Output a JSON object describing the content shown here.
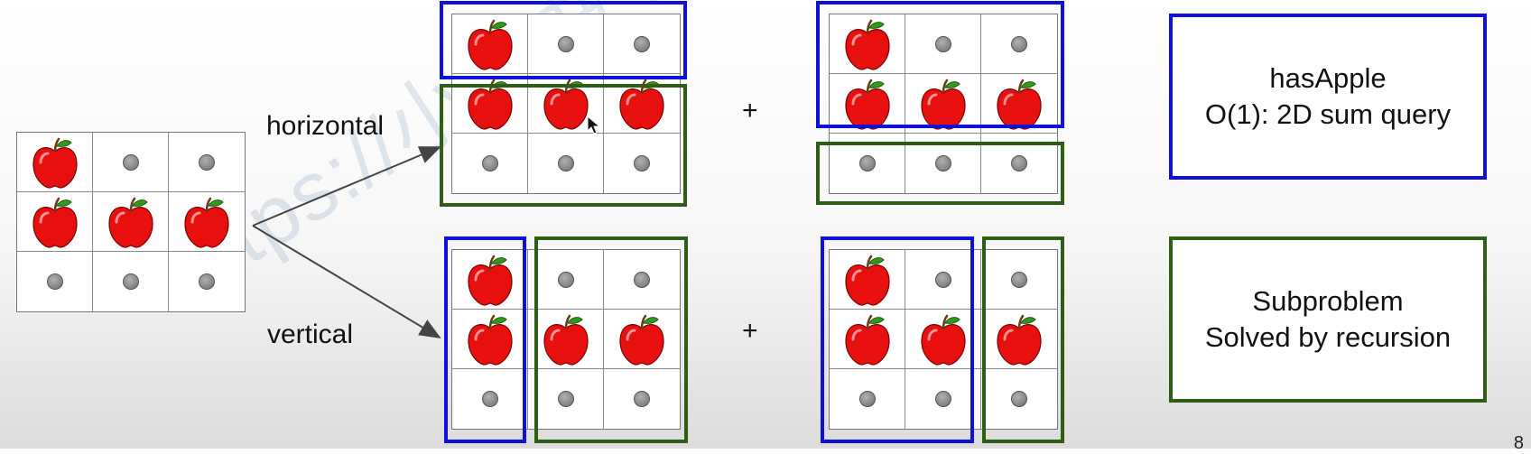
{
  "labels": {
    "horizontal": "horizontal",
    "vertical": "vertical",
    "plus": "+"
  },
  "legend": {
    "blue_line1": "hasApple",
    "blue_line2": "O(1): 2D sum query",
    "green_line1": "Subproblem",
    "green_line2": "Solved by recursion"
  },
  "page_number": "8",
  "watermark": "https://小红书 www.mytechroad.com",
  "colors": {
    "blue_box": "#1010dd",
    "green_box": "#2e5e14",
    "apple": "#e8100f",
    "dot": "#8a8a8a"
  },
  "icons": {
    "apple": "apple-icon",
    "empty": "empty-dot-icon",
    "cursor": "mouse-cursor-icon"
  },
  "grid_pattern": [
    [
      "apple",
      "empty",
      "empty"
    ],
    [
      "apple",
      "apple",
      "apple"
    ],
    [
      "empty",
      "empty",
      "empty"
    ]
  ]
}
